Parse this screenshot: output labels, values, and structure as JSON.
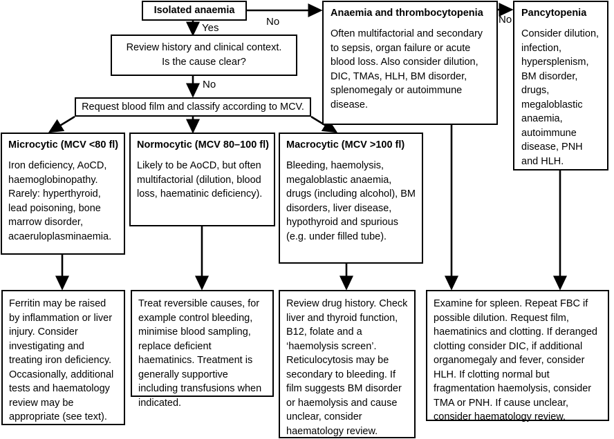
{
  "diagram": {
    "title": "Anaemia diagnostic flowchart",
    "colors": {
      "stroke": "#000000",
      "background": "#ffffff",
      "text": "#000000"
    },
    "nodes": {
      "isolated_anaemia": {
        "title": "Isolated anaemia"
      },
      "review_history": {
        "body": "Review history and clinical context.\nIs the cause clear?"
      },
      "request_blood_film": {
        "body": "Request blood film and classify according to MCV."
      },
      "anaemia_thrombocytopenia": {
        "title": "Anaemia and thrombocytopenia",
        "body": "Often multifactorial and secondary to sepsis, organ failure or acute blood loss. Also consider dilution, DIC, TMAs, HLH, BM disorder, splenomegaly or autoimmune disease."
      },
      "pancytopenia": {
        "title": "Pancytopenia",
        "body": "Consider dilution, infection, hypersplenism, BM disorder, drugs, megaloblastic anaemia, autoimmune disease, PNH and HLH."
      },
      "microcytic": {
        "title": "Microcytic (MCV <80 fl)",
        "body": "Iron deficiency, AoCD, haemoglobinopathy. Rarely: hyperthyroid, lead poisoning, bone marrow disorder, acaeruloplasminaemia."
      },
      "normocytic": {
        "title": "Normocytic (MCV 80–100 fl)",
        "body": "Likely to be AoCD, but often multifactorial (dilution, blood loss, haematinic deficiency)."
      },
      "macrocytic": {
        "title": "Macrocytic (MCV >100 fl)",
        "body": "Bleeding, haemolysis, megaloblastic anaemia, drugs (including alcohol), BM disorders, liver disease, hypothyroid and spurious (e.g. under filled tube)."
      },
      "microcytic_action": {
        "body": "Ferritin may be raised by inflammation or liver injury. Consider investigating and treating iron deficiency. Occasionally, additional tests and haematology review may be appropriate (see text)."
      },
      "normocytic_action": {
        "body": "Treat reversible causes, for example control bleeding, minimise blood sampling, replace deficient haematinics. Treatment is generally supportive including transfusions when indicated."
      },
      "macrocytic_action": {
        "body": "Review drug history. Check liver and thyroid function, B12, folate and a ‘haemolysis screen’. Reticulocytosis may be secondary to bleeding. If film suggests BM disorder or haemolysis and cause unclear, consider haematology review."
      },
      "cytopenia_action": {
        "body": "Examine for spleen. Repeat FBC if possible dilution. Request film, haematinics and clotting. If deranged clotting consider DIC, if additional organomegaly and fever, consider HLH. If clotting normal but fragmentation haemolysis, consider TMA or PNH. If cause unclear, consider haematology review."
      }
    },
    "edge_labels": {
      "isolated_to_anaemia": "No",
      "isolated_to_review": "Yes",
      "review_to_request": "No",
      "anaemia_to_pancytopenia": "No"
    }
  }
}
